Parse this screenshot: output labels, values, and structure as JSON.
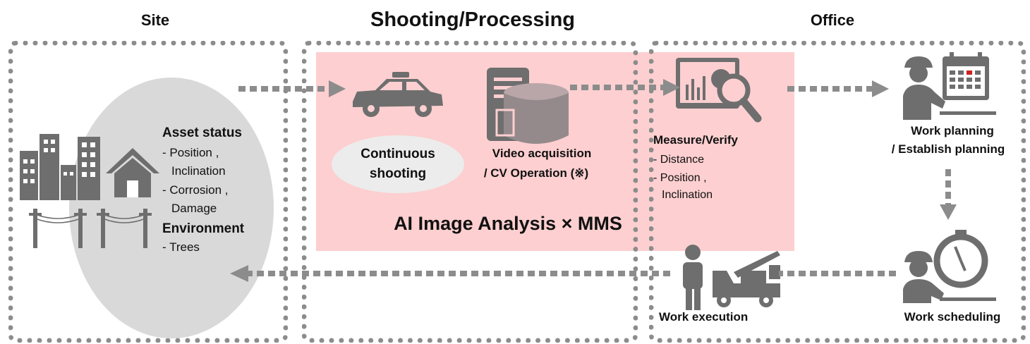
{
  "sections": {
    "site": "Site",
    "processing": "Shooting/Processing",
    "office": "Office"
  },
  "site": {
    "asset_status_title": "Asset status",
    "asset_items": [
      "- Position ,",
      "Inclination",
      "- Corrosion ,",
      "Damage"
    ],
    "environment_title": "Environment",
    "environment_items": [
      "- Trees"
    ]
  },
  "processing": {
    "continuous_shooting": [
      "Continuous",
      "shooting"
    ],
    "video_acquisition": [
      "Video acquisition",
      "/ CV Operation (※)"
    ],
    "banner": "AI Image Analysis × MMS"
  },
  "office": {
    "measure_title": "Measure/Verify",
    "measure_items": [
      "- Distance",
      "- Position ,",
      "Inclination"
    ],
    "work_planning": [
      "Work planning",
      "/ Establish planning"
    ],
    "work_scheduling": "Work scheduling",
    "work_execution": "Work execution"
  },
  "colors": {
    "frame": "#8c8c8c",
    "pink": "#fdcfd0",
    "icon": "#6e6e6e",
    "ellipse": "#d9d9d9",
    "calendar_accent": "#cc2222"
  },
  "icons": {
    "buildings": "city-buildings-icon",
    "house": "house-icon",
    "poles": "utility-poles-icon",
    "car": "patrol-car-icon",
    "server": "server-database-icon",
    "chart": "chart-magnifier-icon",
    "planner": "worker-calendar-icon",
    "scheduler": "worker-stopwatch-icon",
    "executor": "worker-crane-truck-icon"
  }
}
